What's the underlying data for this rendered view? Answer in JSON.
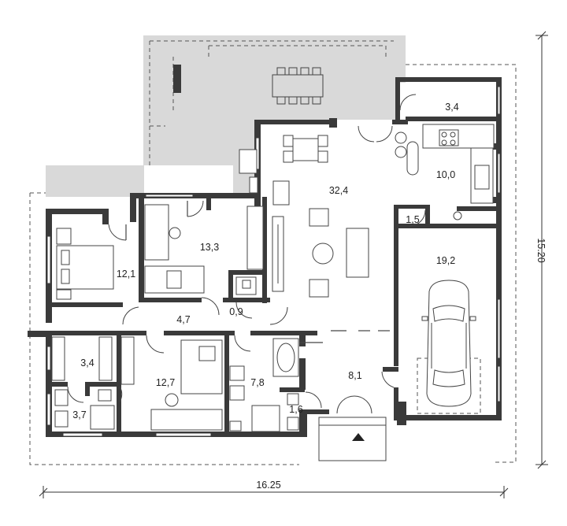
{
  "rooms": [
    {
      "id": "garage-storage",
      "label": "3,4"
    },
    {
      "id": "kitchen",
      "label": "10,0"
    },
    {
      "id": "living",
      "label": "32,4"
    },
    {
      "id": "pantry",
      "label": "1,5"
    },
    {
      "id": "garage",
      "label": "19,2"
    },
    {
      "id": "bedroom-1",
      "label": "12,1"
    },
    {
      "id": "bedroom-2",
      "label": "13,3"
    },
    {
      "id": "hallway",
      "label": "4,7"
    },
    {
      "id": "wc-small",
      "label": "0,9"
    },
    {
      "id": "wardrobe",
      "label": "3,4"
    },
    {
      "id": "bathroom-1",
      "label": "3,7"
    },
    {
      "id": "bedroom-3",
      "label": "12,7"
    },
    {
      "id": "bathroom-2",
      "label": "7,8"
    },
    {
      "id": "entry-hall",
      "label": "8,1"
    },
    {
      "id": "wc-entry",
      "label": "1,6"
    }
  ],
  "dimensions": {
    "width": "16.25",
    "depth": "15.20"
  },
  "colors": {
    "wall": "#3a3a3a",
    "terrace": "#d9d9d9"
  }
}
